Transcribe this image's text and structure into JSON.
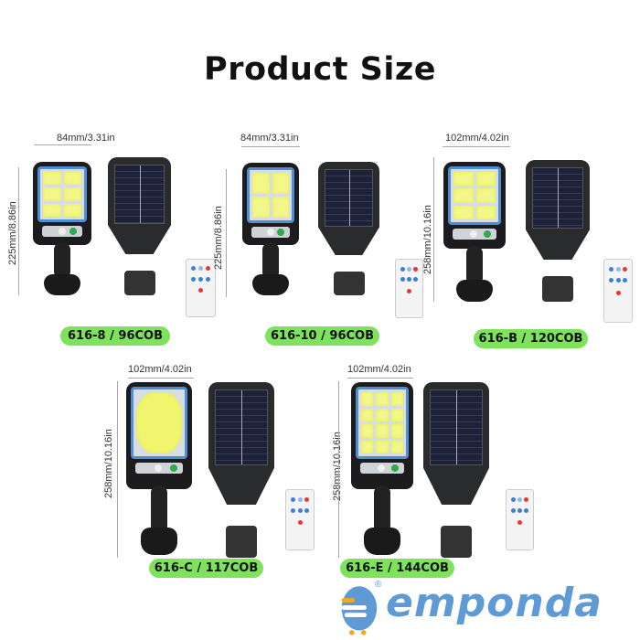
{
  "title": "Product Size",
  "products": [
    {
      "model": "616-8 / 96COB",
      "width": "84mm/3.31in",
      "height": "225mm/8.86in",
      "led_layout": {
        "cols": 2,
        "rows": 3
      }
    },
    {
      "model": "616-10 / 96COB",
      "width": "84mm/3.31in",
      "height": "225mm/8.86in",
      "led_layout": {
        "cols": 2,
        "rows": 2
      }
    },
    {
      "model": "616-B / 120COB",
      "width": "102mm/4.02in",
      "height": "258mm/10.16in",
      "led_layout": {
        "cols": 2,
        "rows": 3
      }
    },
    {
      "model": "616-C / 117COB",
      "width": "102mm/4.02in",
      "height": "258mm/10.16in",
      "led_layout": {
        "cols": 1,
        "rows": 1
      }
    },
    {
      "model": "616-E / 144COB",
      "width": "102mm/4.02in",
      "height": "258mm/10.16in",
      "led_layout": {
        "cols": 3,
        "rows": 4
      }
    }
  ],
  "logo": {
    "text": "emponda",
    "registered": "®",
    "color": "#5e9bd6",
    "accent": "#f5a623"
  },
  "colors": {
    "label_bg": "#7ee25d",
    "frame_blue": "#4d8fd0"
  }
}
